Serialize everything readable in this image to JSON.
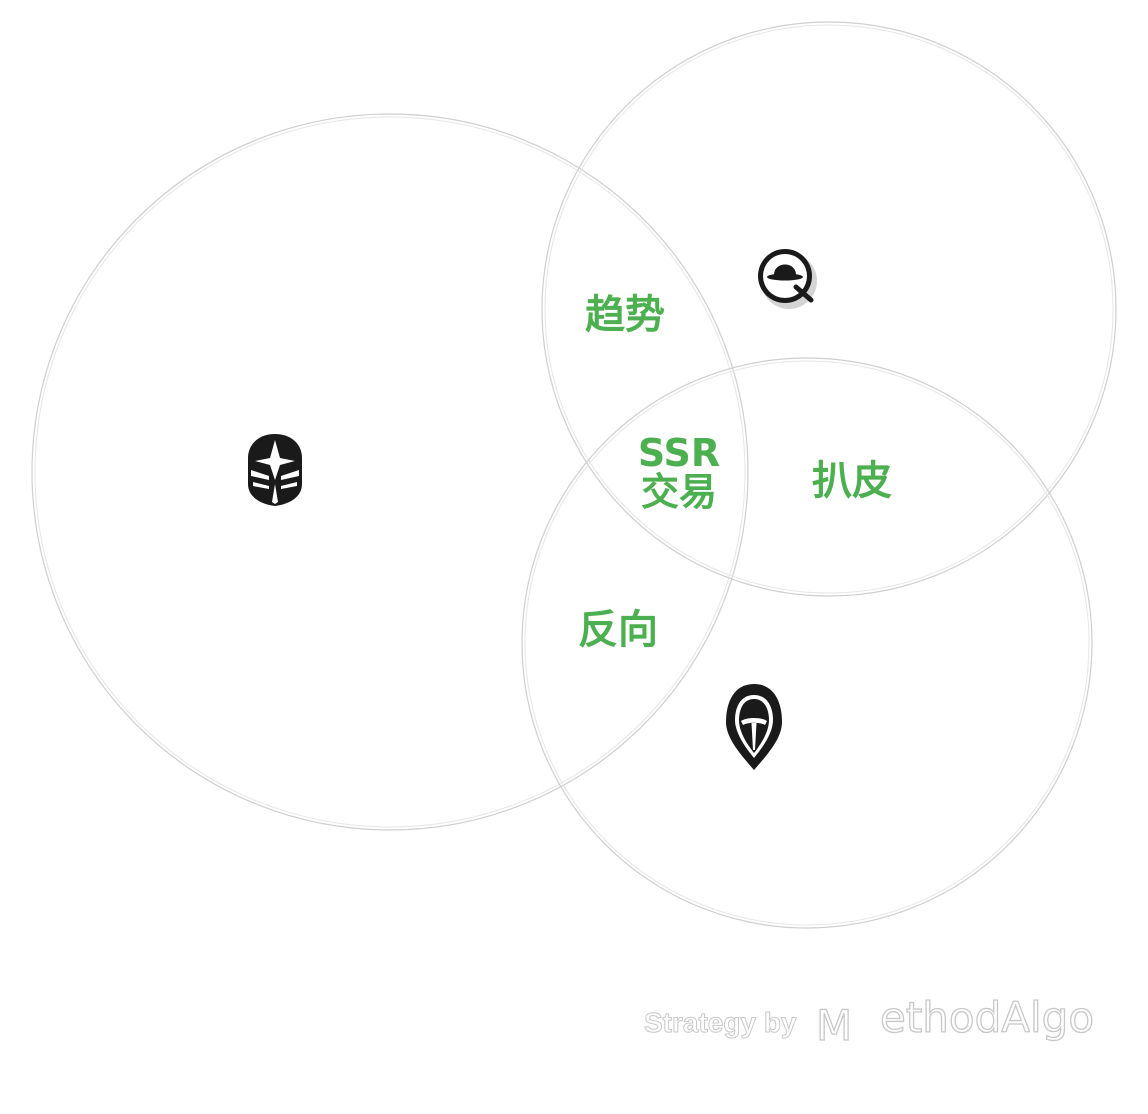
{
  "regions": {
    "trend": "趋势",
    "scalp": "扒皮",
    "reversal": "反向",
    "center_line1": "SSR",
    "center_line2": "交易"
  },
  "credit": {
    "prefix": "Strategy by",
    "brand_initial": "M",
    "brand_rest": "ethodAlgo"
  },
  "icons": {
    "left_circle": "knight-helmet-icon",
    "top_right_circle": "bowler-hat-magnifier-icon",
    "bottom_circle": "hooded-mask-icon"
  },
  "colors": {
    "label": "#4caf50",
    "ring": "#cfcfcf",
    "icon": "#1a1a1a"
  }
}
